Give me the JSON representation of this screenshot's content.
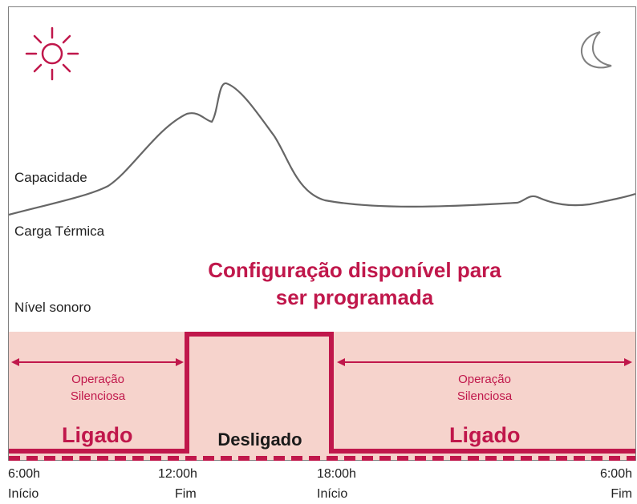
{
  "labels": {
    "capacidade": "Capacidade",
    "carga_termica": "Carga Térmica",
    "nivel_sonoro": "Nível sonoro"
  },
  "headline": {
    "line1": "Configuração disponível para",
    "line2": "ser programada"
  },
  "segments": {
    "left_op_line1": "Operação",
    "left_op_line2": "Silenciosa",
    "right_op_line1": "Operação",
    "right_op_line2": "Silenciosa",
    "left_state": "Ligado",
    "middle_state": "Desligado",
    "right_state": "Ligado"
  },
  "timeline": [
    {
      "time": "6:00h",
      "event": "Início"
    },
    {
      "time": "12:00h",
      "event": "Fim"
    },
    {
      "time": "18:00h",
      "event": "Início"
    },
    {
      "time": "6:00h",
      "event": "Fim"
    }
  ],
  "icons": {
    "day": "sun-icon",
    "night": "moon-icon"
  },
  "colors": {
    "accent": "#c0174b",
    "band": "#f6d3cc",
    "curve": "#666666"
  }
}
